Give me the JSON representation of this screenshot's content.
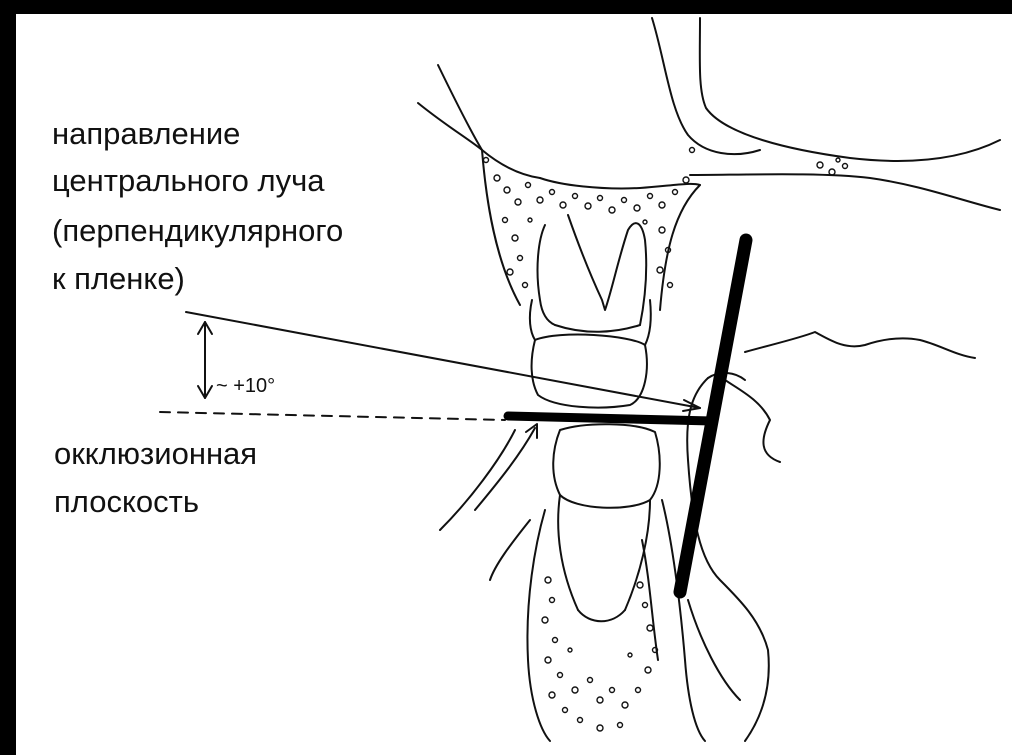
{
  "labels": {
    "beam_direction": {
      "line1": "направление",
      "line2": "центрального луча",
      "line3": "(перпендикулярного",
      "line4": "к пленке)"
    },
    "angle": "~ +10°",
    "occlusal_plane": {
      "line1": "окклюзионная",
      "line2": "плоскость"
    }
  }
}
